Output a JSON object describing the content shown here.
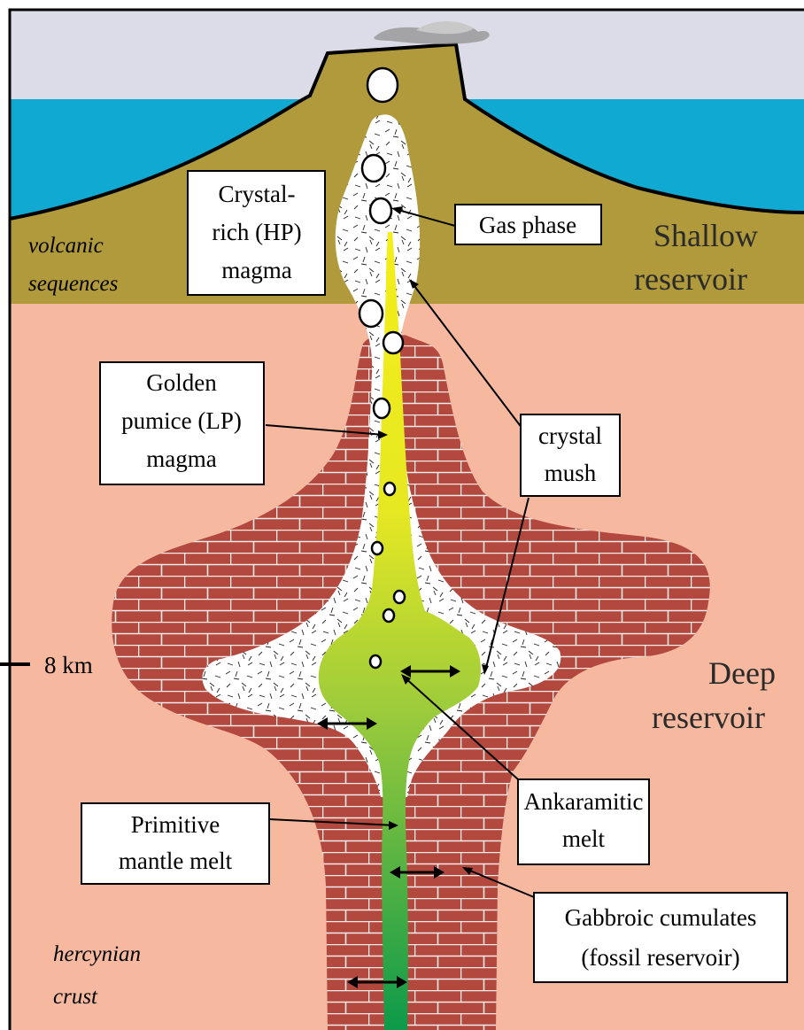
{
  "labels": {
    "crystal_rich": [
      "Crystal-",
      "rich (HP)",
      "magma"
    ],
    "gas_phase": "Gas phase",
    "shallow_reservoir": [
      "Shallow",
      "reservoir"
    ],
    "volcanic_sequences": [
      "volcanic",
      "sequences"
    ],
    "golden_pumice": [
      "Golden",
      "pumice (LP)",
      "magma"
    ],
    "crystal_mush": [
      "crystal",
      "mush"
    ],
    "depth_marker": "8 km",
    "deep_reservoir": [
      "Deep",
      "reservoir"
    ],
    "ankaramitic_melt": [
      "Ankaramitic",
      "melt"
    ],
    "primitive_mantle_melt": [
      "Primitive",
      "mantle melt"
    ],
    "gabbroic_cumulates": [
      "Gabbroic cumulates",
      "(fossil reservoir)"
    ],
    "hercynian_crust": [
      "hercynian",
      "crust"
    ]
  },
  "colors": {
    "sky": "#dcdbe8",
    "sea": "#10a9d2",
    "volcanic_edifice": "#b19a3c",
    "crust": "#f6b9a0",
    "brick": "#b3483e",
    "mortar": "#f2ece8",
    "mush": "#ffffff",
    "melt_top": "#f4ee1a",
    "melt_mid": "#9ccb3b",
    "melt_bottom": "#0d9a4a",
    "smoke": "#9a9a9a"
  }
}
